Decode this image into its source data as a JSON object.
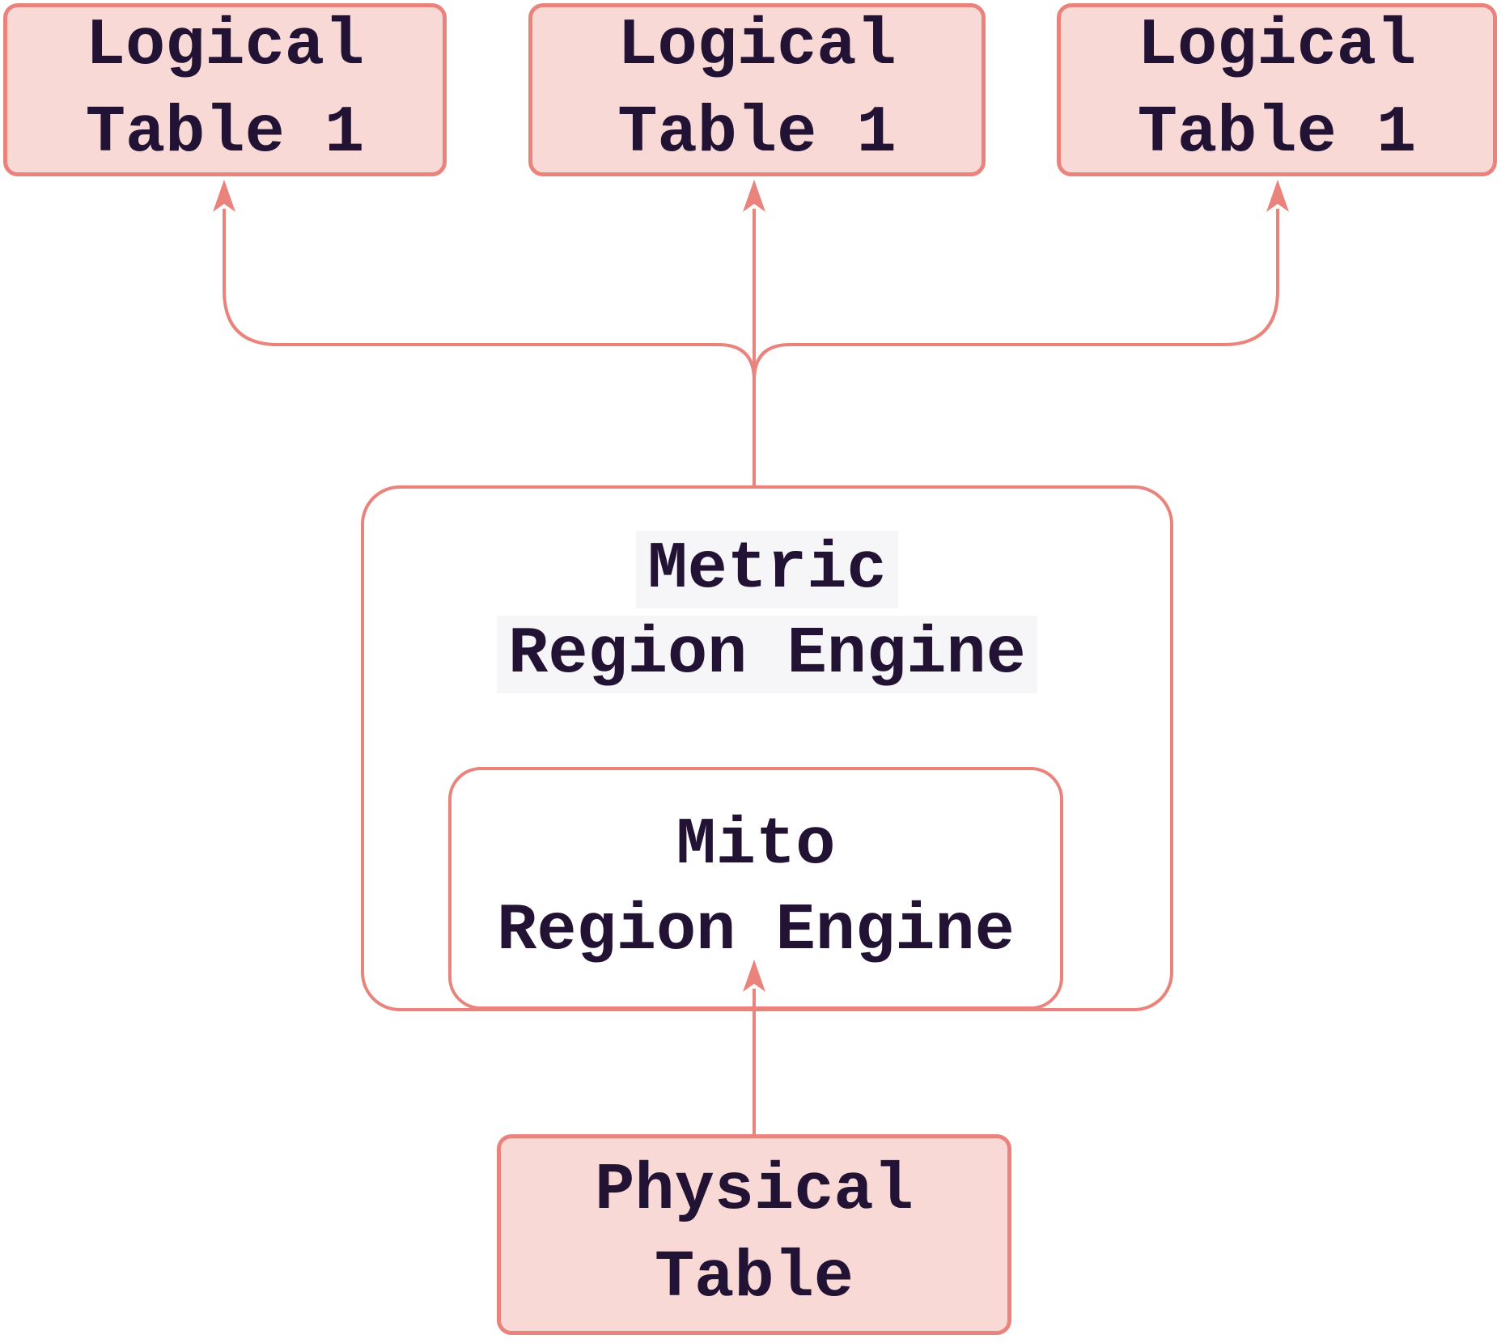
{
  "page": {
    "background": "#FFFFFF"
  },
  "colors": {
    "accent": "#E9837C",
    "node_fill": "#F8D9D6",
    "text_ink": "#221335",
    "label_highlight": "#F6F5F7"
  },
  "nodes": {
    "logical_tables": [
      {
        "lines": [
          "Logical",
          "Table 1"
        ]
      },
      {
        "lines": [
          "Logical",
          "Table 1"
        ]
      },
      {
        "lines": [
          "Logical",
          "Table 1"
        ]
      }
    ],
    "metric_engine": {
      "lines": [
        "Metric",
        "Region Engine"
      ]
    },
    "mito_engine": {
      "lines": [
        "Mito",
        "Region Engine"
      ]
    },
    "physical_table": {
      "lines": [
        "Physical",
        "Table"
      ]
    }
  },
  "edges": [
    {
      "from": "Metric Region Engine",
      "to": "Logical Table 1 (left)",
      "direction": "up"
    },
    {
      "from": "Metric Region Engine",
      "to": "Logical Table 1 (center)",
      "direction": "up"
    },
    {
      "from": "Metric Region Engine",
      "to": "Logical Table 1 (right)",
      "direction": "up"
    },
    {
      "from": "Physical Table",
      "to": "Mito Region Engine",
      "direction": "up"
    }
  ]
}
